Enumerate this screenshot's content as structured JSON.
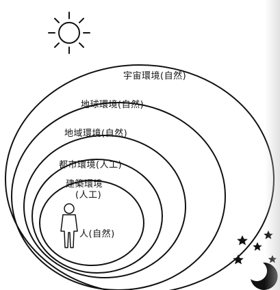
{
  "diagram": {
    "levels": [
      {
        "id": "space",
        "label": "宇宙環境(自然)"
      },
      {
        "id": "earth",
        "label": "地球環境(自然)"
      },
      {
        "id": "region",
        "label": "地域環境(自然)"
      },
      {
        "id": "urban",
        "label": "都市環境(人工)"
      },
      {
        "id": "building",
        "label_line1": "建築環境",
        "label_line2": "(人工)"
      }
    ],
    "human_label": "人(自然)",
    "icons": [
      "sun-icon",
      "human-figure-icon",
      "moon-icon",
      "star-icon"
    ],
    "colors": {
      "line": "#111111",
      "background": "#ffffff"
    }
  }
}
